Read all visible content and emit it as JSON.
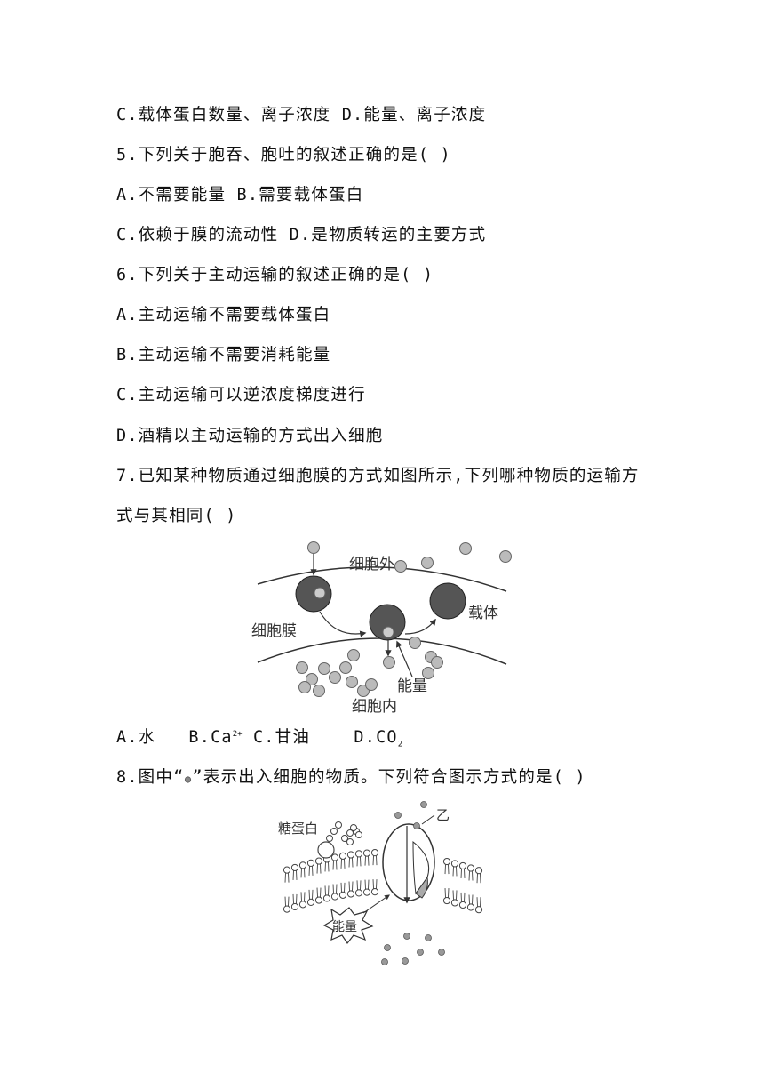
{
  "lines": [
    {
      "text": "C.载体蛋白数量、离子浓度    D.能量、离子浓度"
    },
    {
      "text": "5.下列关于胞吞、胞吐的叙述正确的是(    )"
    },
    {
      "text": "A.不需要能量    B.需要载体蛋白"
    },
    {
      "text": "C.依赖于膜的流动性    D.是物质转运的主要方式"
    },
    {
      "text": "6.下列关于主动运输的叙述正确的是(    )"
    },
    {
      "text": "A.主动运输不需要载体蛋白"
    },
    {
      "text": "B.主动运输不需要消耗能量"
    },
    {
      "text": "C.主动运输可以逆浓度梯度进行"
    },
    {
      "text": "D.酒精以主动运输的方式出入细胞"
    },
    {
      "text": "7.已知某种物质通过细胞膜的方式如图所示,下列哪种物质的运输方"
    },
    {
      "text": "式与其相同(    )"
    }
  ],
  "q7_options": {
    "a": "A.水",
    "b": "B.Ca",
    "b_sup": "2+",
    "c": "C.甘油",
    "d": "D.CO",
    "d_sub": "2"
  },
  "q8": {
    "pre": "8.图中“",
    "post": "”表示出入细胞的物质。下列符合图示方式的是(    )"
  },
  "fig1": {
    "outside": "细胞外",
    "carrier": "载体",
    "membrane": "细胞膜",
    "energy": "能量",
    "inside": "细胞内"
  },
  "fig2": {
    "glycoprotein": "糖蛋白",
    "yi": "乙",
    "energy": "能量"
  }
}
